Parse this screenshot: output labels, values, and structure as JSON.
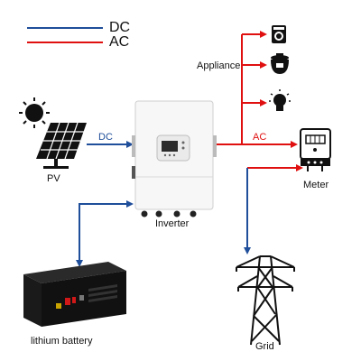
{
  "legend": {
    "dc": {
      "label": "DC",
      "color": "#1f4e9a"
    },
    "ac": {
      "label": "AC",
      "color": "#e01010"
    }
  },
  "labels": {
    "appliance": "Appliance",
    "pv": "PV",
    "dc_line": "DC",
    "ac_line": "AC",
    "inverter": "Inverter",
    "meter": "Meter",
    "battery": "lithium battery",
    "grid": "Grid"
  },
  "icons": {
    "sun": "sun-icon",
    "solar_panel": "solar-panel-icon",
    "inverter": "inverter-icon",
    "washing_machine": "washing-machine-icon",
    "rice_cooker": "rice-cooker-icon",
    "light_bulb": "light-bulb-icon",
    "meter": "electric-meter-icon",
    "battery": "battery-icon",
    "tower": "transmission-tower-icon"
  }
}
